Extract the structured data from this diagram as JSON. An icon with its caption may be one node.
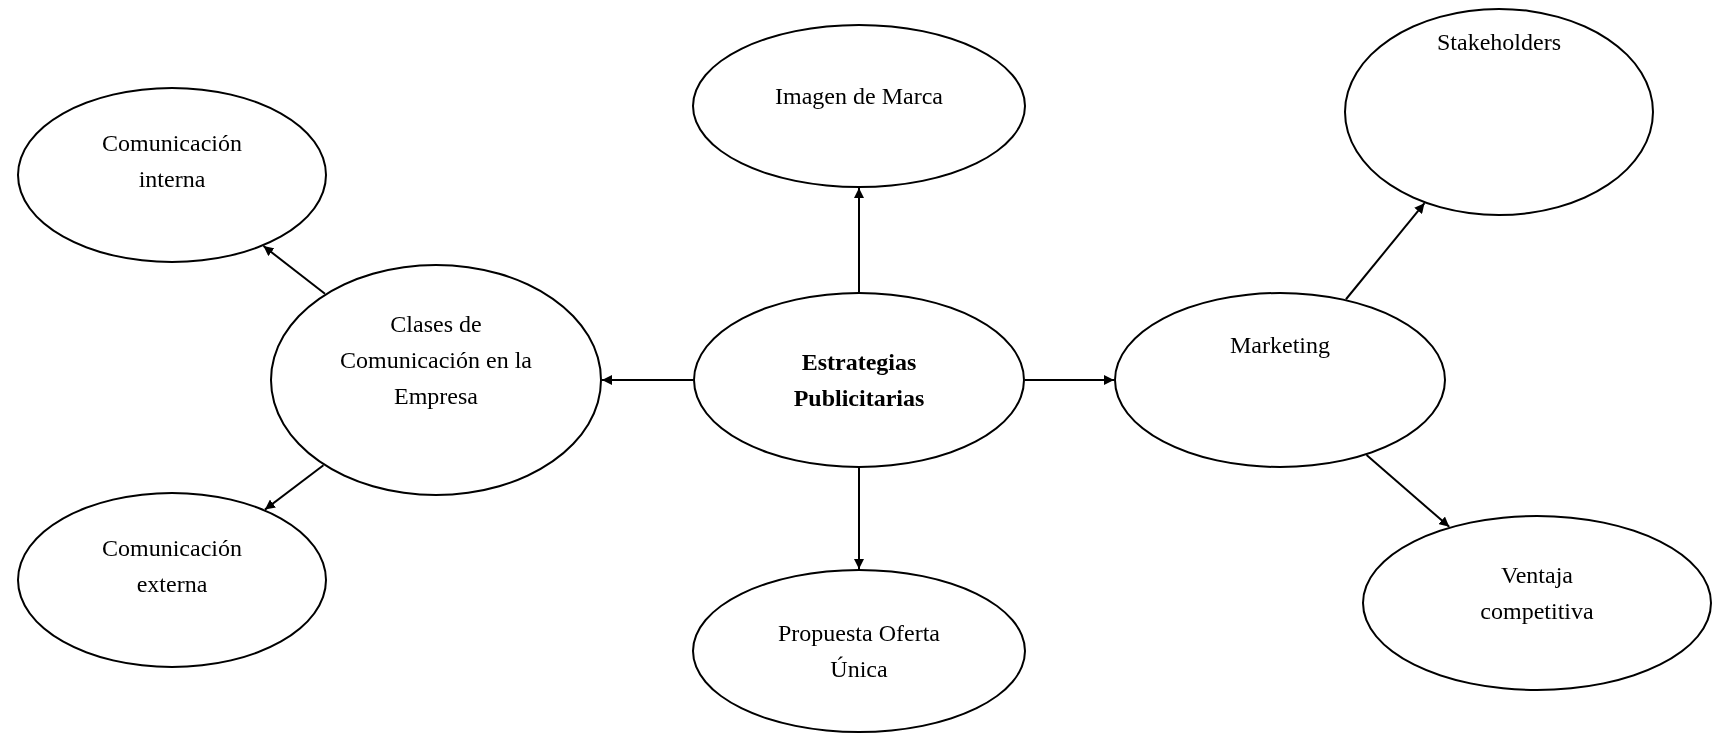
{
  "diagram": {
    "nodes": [
      {
        "text": [
          "Estrategias Publicitarias"
        ]
      },
      {
        "text": [
          "Imagen de Marca"
        ]
      },
      {
        "text": [
          "Propuesta Oferta Única"
        ]
      },
      {
        "text": [
          "Clases de Comunicación en la Empresa"
        ]
      },
      {
        "text": [
          "Comunicación interna"
        ]
      },
      {
        "text": [
          "Comunicación externa"
        ]
      },
      {
        "text": [
          "Marketing"
        ]
      },
      {
        "text": [
          "Stakeholders"
        ]
      },
      {
        "text": [
          "Ventaja competitiva"
        ]
      }
    ],
    "edges": [
      {
        "from": 0,
        "to": 1,
        "arrow": "to"
      },
      {
        "from": 0,
        "to": 2,
        "arrow": "to"
      },
      {
        "from": 0,
        "to": 3,
        "arrow": "to"
      },
      {
        "from": 0,
        "to": 6,
        "arrow": "to"
      },
      {
        "from": 3,
        "to": 4,
        "arrow": "to"
      },
      {
        "from": 3,
        "to": 5,
        "arrow": "to"
      },
      {
        "from": 6,
        "to": 7,
        "arrow": "to"
      },
      {
        "from": 6,
        "to": 8,
        "arrow": "to"
      }
    ]
  }
}
